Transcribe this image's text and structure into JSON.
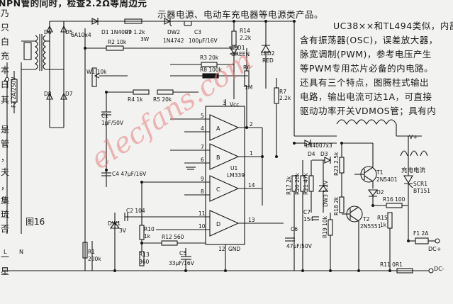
{
  "text_top_left": "NPN管的同时，检查2.2Ω等周边元",
  "text_top_mid": "示器电源、电动车充电器等电源类产品。",
  "paragraph_right": [
    "UC38××和TL494类似，内部",
    "含有振荡器(OSC)，误差放大器，",
    "脉宽调制(PWM)，参考电压产生",
    "等PWM专用芯片必备的内电路。",
    "还具有三个特点，图腾柱式输出",
    "电路，输出电流可达1A，可直接",
    "驱动功率开关VDMOS管；具有内"
  ],
  "left_margin_chars": [
    "乃",
    "只",
    "白",
    "充",
    "本",
    "白",
    "其",
    "是",
    "管",
    "，",
    "夫",
    "，",
    "集",
    "琉",
    "否",
    "一",
    "星"
  ],
  "figure_label": "图16",
  "watermark": "elecfans.com",
  "colors": {
    "ink": "#161616",
    "paper": "#f2f2f0",
    "watermark": "#e88080"
  },
  "schematic": {
    "ac_inputs": [
      "L",
      "N"
    ],
    "fuse": "F2 2A/250V",
    "bridge": [
      "D6",
      "D5",
      "D8",
      "D7"
    ],
    "bridge_part": "6A10x4",
    "diode_d1": "D1 1N4007",
    "r9": "R9 1.2k",
    "r9_power": "3W",
    "zener_dw2": "DW2",
    "dw2_part": "1N4742",
    "c3": "C3",
    "c3_val": "100μF/16V",
    "r14": "R14",
    "r14_val": "2.2k",
    "led1": "LED1",
    "led1_color": "GREEN",
    "led2": "LED2",
    "led2_color": "RED",
    "r2": "R2  10k",
    "r3": "R3  20k",
    "r8": "R8  100k",
    "r6": "R6",
    "r6_val": "1M",
    "r7": "R7",
    "r7_val": "2.2k",
    "w1": "W1  10k",
    "r4": "R4  1k",
    "r5": "R5  20k",
    "c1": "C1",
    "c1_val": "1μF/50V",
    "c4": "C4  47μF/16V",
    "c2": "C2  104",
    "dw1": "DW1",
    "dw1_val": "3V",
    "r10": "R10",
    "r10_val": "1k",
    "r12": "R12  560",
    "r13": "R13",
    "r13_val": "360",
    "c5": "C5",
    "c5_val": "33μF/16V",
    "r1": "R1",
    "r1_val": "200k",
    "vcc": "Vcc",
    "gnd": "GND",
    "ic_name": "U1",
    "ic_part": "LM339",
    "comparators": [
      "A",
      "B",
      "C",
      "D"
    ],
    "pins": [
      "3",
      "5",
      "4",
      "2",
      "7",
      "6",
      "1",
      "9",
      "8",
      "14",
      "11",
      "10",
      "13",
      "12"
    ],
    "d4": "1N4007x3",
    "d4_ref": "D4",
    "d3": "D3",
    "dw3": "DW3  5.2V",
    "r17": "R17  2k",
    "r20": "R20  20k",
    "r21": "R21  47k",
    "r23": "R23  2.5k",
    "r18": "R18  2k",
    "r19": "R19  10k",
    "c7": "C7",
    "c7_val": "154",
    "c6": "C6",
    "c6_val": "47μF/50V",
    "t1": "T1",
    "t1_part": "2N5401",
    "t2": "T2",
    "t2_part": "2N5551",
    "d2": "D2",
    "r16": "R16  100",
    "r15": "R15",
    "r15_val": "1k",
    "scr": "SCR1",
    "scr_part": "BT151",
    "charge_label": "充电电流",
    "f1": "F1  2A",
    "vplus": "V+",
    "dc_plus": "DC+",
    "dc_minus": "DC-",
    "r11": "R11  0R1"
  }
}
